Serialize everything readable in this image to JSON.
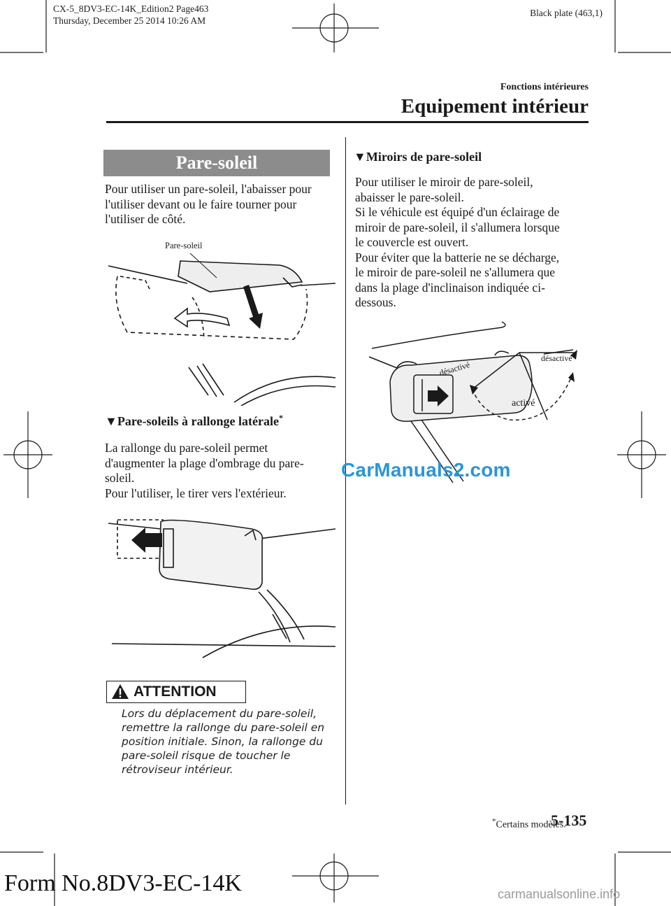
{
  "print_meta": {
    "file_line": "CX-5_8DV3-EC-14K_Edition2 Page463",
    "date_line": "Thursday, December 25 2014 10:26 AM",
    "plate": "Black plate (463,1)"
  },
  "header": {
    "chapter": "Fonctions intérieures",
    "section": "Equipement intérieur"
  },
  "left": {
    "title": "Pare-soleil",
    "intro": [
      "Pour utiliser un pare-soleil, l'abaisser pour",
      "l'utiliser devant ou le faire tourner pour",
      "l'utiliser de côté."
    ],
    "fig1_label": "Pare-soleil",
    "sub_marker": "▼",
    "sub_title": "Pare-soleils à rallonge latérale",
    "sub_star": "*",
    "sub_body": [
      "La rallonge du pare-soleil permet",
      "d'augmenter la plage d'ombrage du pare-",
      "soleil.",
      "Pour l'utiliser, le tirer vers l'extérieur."
    ],
    "attention_label": "ATTENTION",
    "attention_text": [
      "Lors du déplacement du pare-soleil,",
      "remettre la rallonge du pare-soleil en",
      "position initiale. Sinon, la rallonge du",
      "pare-soleil risque de toucher le",
      "rétroviseur intérieur."
    ]
  },
  "right": {
    "sub_marker": "▼",
    "sub_title": "Miroirs de pare-soleil",
    "body": [
      "Pour utiliser le miroir de pare-soleil,",
      "abaisser le pare-soleil.",
      "Si le véhicule est équipé d'un éclairage de",
      "miroir de pare-soleil, il s'allumera lorsque",
      "le couvercle est ouvert.",
      "Pour éviter que la batterie ne se décharge,",
      "le miroir de pare-soleil ne s'allumera que",
      "dans la plage d'inclinaison indiquée ci-",
      "dessous."
    ],
    "fig_off_left": "désactivé",
    "fig_off_right": "désactivé",
    "fig_on": "activé",
    "watermark": "CarManuals2.com"
  },
  "footer": {
    "note_star": "*",
    "note": "Certains modèles.",
    "page": "5-135",
    "form": "Form No.8DV3-EC-14K",
    "site": "carmanualsonline.info"
  }
}
